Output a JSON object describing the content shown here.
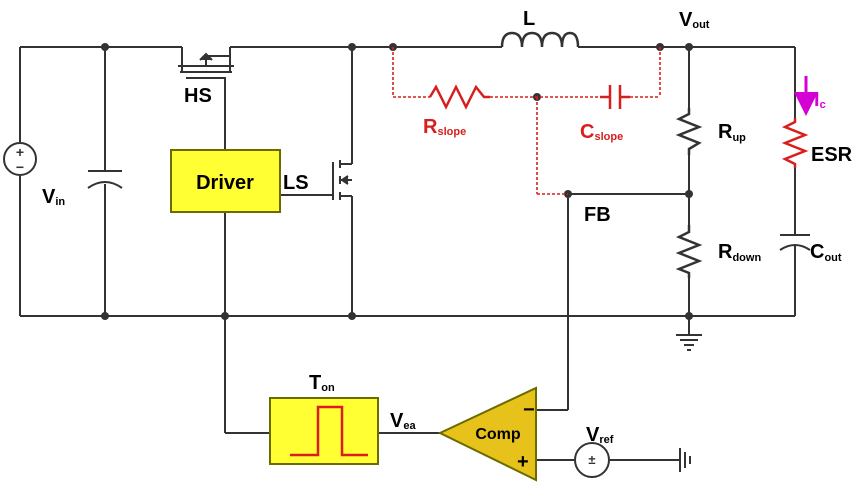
{
  "colors": {
    "wire": "#333333",
    "slope_network": "#d81e1e",
    "box_fill": "#ffff33",
    "box_stroke": "#6b6b00",
    "comp_fill": "#e6c21a",
    "current_arrow": "#d400d4"
  },
  "labels": {
    "inductor": "L",
    "vout_main": "V",
    "vout_sub": "out",
    "vin_main": "V",
    "vin_sub": "in",
    "hs": "HS",
    "ls": "LS",
    "driver": "Driver",
    "rslope_main": "R",
    "rslope_sub": "slope",
    "cslope_main": "C",
    "cslope_sub": "slope",
    "rup_main": "R",
    "rup_sub": "up",
    "rdown_main": "R",
    "rdown_sub": "down",
    "esr": "ESR",
    "ic_main": "I",
    "ic_sub": "c",
    "cout_main": "C",
    "cout_sub": "out",
    "fb": "FB",
    "ton_main": "T",
    "ton_sub": "on",
    "vea_main": "V",
    "vea_sub": "ea",
    "comp": "Comp",
    "comp_minus": "−",
    "comp_plus": "+",
    "vref_main": "V",
    "vref_sub": "ref"
  }
}
